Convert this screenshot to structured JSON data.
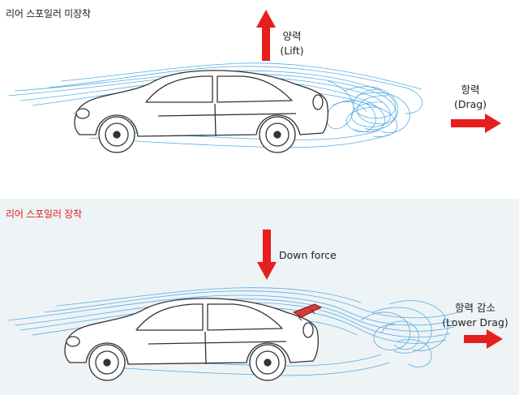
{
  "top_panel": {
    "title": "리어 스포일러 미장착",
    "lift_label": "양력",
    "lift_sub": "(Lift)",
    "drag_label": "항력",
    "drag_sub": "(Drag)"
  },
  "bottom_panel": {
    "title": "리어 스포일러 장착",
    "downforce_label": "Down force",
    "drag_label": "항력 감소",
    "drag_sub": "(Lower Drag)"
  },
  "colors": {
    "arrow_red": "#e61e1e",
    "airflow_blue": "#3aa0e0",
    "top_title": "#222222",
    "bottom_title": "#e02020",
    "bottom_background": "#eef3f6"
  }
}
